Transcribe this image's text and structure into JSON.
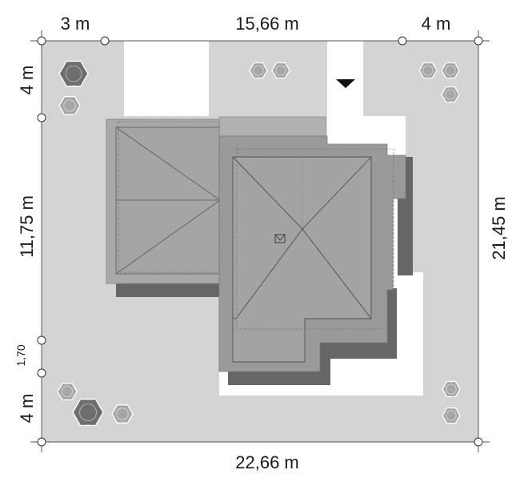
{
  "dimensions": {
    "top_left_setback": "3 m",
    "top_frontage": "15,66 m",
    "top_right_setback": "4 m",
    "left_top_setback": "4 m",
    "left_middle": "11,75 m",
    "left_small": "1,70",
    "left_bottom_setback": "4 m",
    "right_depth": "21,45 m",
    "bottom_width": "22,66 m"
  },
  "colors": {
    "plot": "#d4d4d4",
    "background": "#ffffff",
    "garage_roof": "#a9a9a9",
    "main_roof": "#9e9e9e",
    "shadow": "#666666",
    "tree_dark": "#6e6e6e",
    "tree_light": "#a6a6a6",
    "outline": "#5a5a5a"
  },
  "icons": {
    "entrance_marker": "triangle-down-icon",
    "tree": "tree-icon",
    "survey_point": "survey-point-icon"
  }
}
